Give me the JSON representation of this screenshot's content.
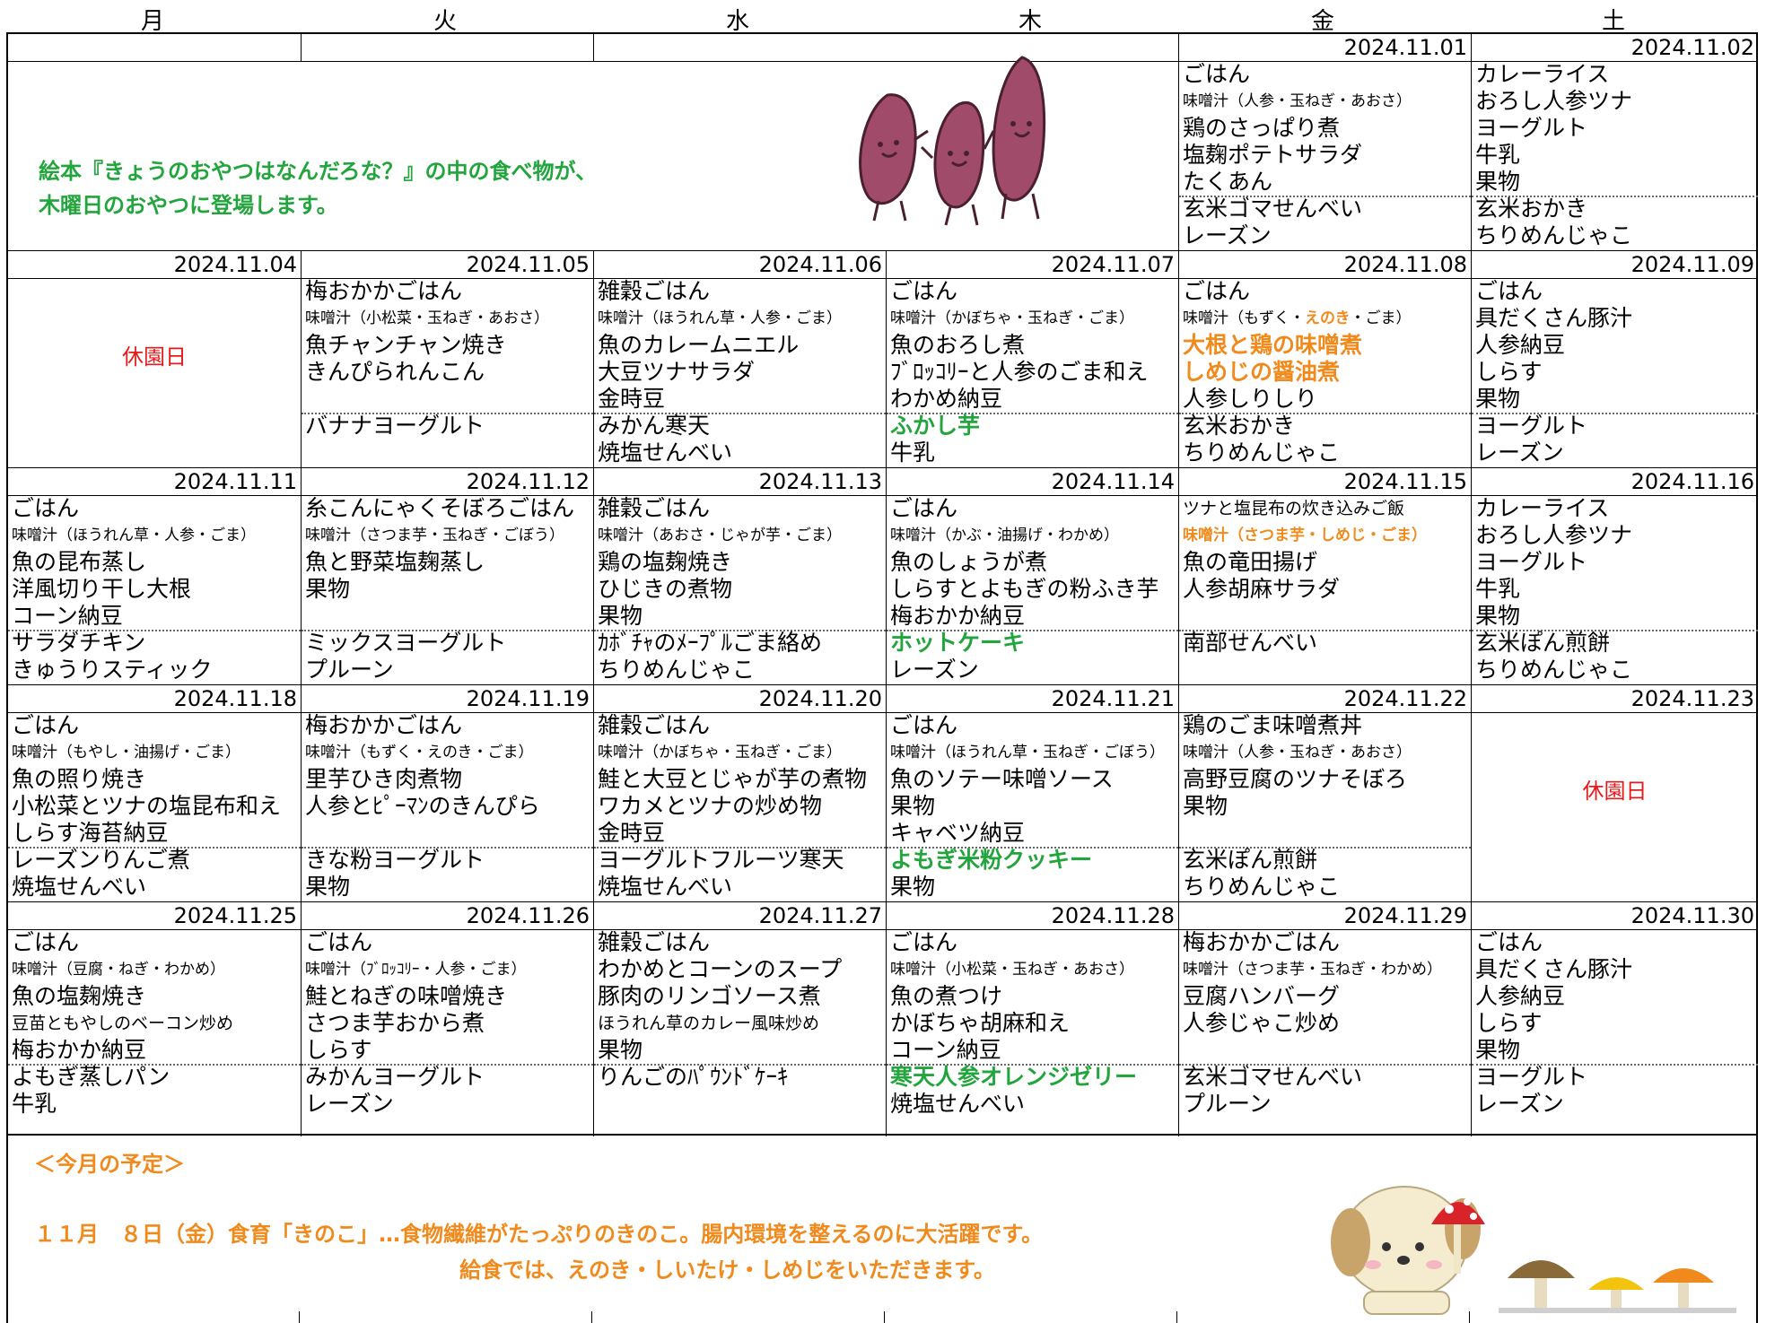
{
  "weekdays": [
    "月",
    "火",
    "水",
    "木",
    "金",
    "土"
  ],
  "note": {
    "line1": "絵本『きょうのおやつはなんだろな？』の中の食べ物が、",
    "line2": "木曜日のおやつに登場します。"
  },
  "holiday_label": "休園日",
  "week0": {
    "fri": {
      "date": "2024.11.01",
      "l1": "ごはん",
      "l2": "味噌汁（人参・玉ねぎ・あおさ）",
      "l3": "鶏のさっぱり煮",
      "l4": "塩麹ポテトサラダ",
      "l5": "たくあん",
      "s1": "玄米ゴマせんべい",
      "s2": "レーズン"
    },
    "sat": {
      "date": "2024.11.02",
      "l1": "カレーライス",
      "l2": "おろし人参ツナ",
      "l3": "ヨーグルト",
      "l4": "牛乳",
      "l5": "果物",
      "s1": "玄米おかき",
      "s2": "ちりめんじゃこ"
    }
  },
  "week1": {
    "mon": {
      "date": "2024.11.04"
    },
    "tue": {
      "date": "2024.11.05",
      "l1": "梅おかかごはん",
      "l2": "味噌汁（小松菜・玉ねぎ・あおさ）",
      "l3": "魚チャンチャン焼き",
      "l4": "きんぴられんこん",
      "l5": "",
      "s1": "バナナヨーグルト",
      "s2": ""
    },
    "wed": {
      "date": "2024.11.06",
      "l1": "雑穀ごはん",
      "l2": "味噌汁（ほうれん草・人参・ごま）",
      "l3": "魚のカレームニエル",
      "l4": "大豆ツナサラダ",
      "l5": "金時豆",
      "s1": "みかん寒天",
      "s2": "焼塩せんべい"
    },
    "thu": {
      "date": "2024.11.07",
      "l1": "ごはん",
      "l2": "味噌汁（かぼちゃ・玉ねぎ・ごま）",
      "l3": "魚のおろし煮",
      "l4": "ﾌﾞﾛｯｺﾘｰと人参のごま和え",
      "l5": "わかめ納豆",
      "s1": "ふかし芋",
      "s2": "牛乳"
    },
    "fri": {
      "date": "2024.11.08",
      "l1": "ごはん",
      "l2a": "味噌汁（もずく・",
      "l2b": "えのき",
      "l2c": "・ごま）",
      "l3": "大根と鶏の味噌煮",
      "l4": "しめじの醤油煮",
      "l5": "人参しりしり",
      "s1": "玄米おかき",
      "s2": "ちりめんじゃこ"
    },
    "sat": {
      "date": "2024.11.09",
      "l1": "ごはん",
      "l2": "具だくさん豚汁",
      "l3": "人参納豆",
      "l4": "しらす",
      "l5": "果物",
      "s1": "ヨーグルト",
      "s2": "レーズン"
    }
  },
  "week2": {
    "mon": {
      "date": "2024.11.11",
      "l1": "ごはん",
      "l2": "味噌汁（ほうれん草・人参・ごま）",
      "l3": "魚の昆布蒸し",
      "l4": "洋風切り干し大根",
      "l5": "コーン納豆",
      "s1": "サラダチキン",
      "s2": "きゅうりスティック"
    },
    "tue": {
      "date": "2024.11.12",
      "l1": "糸こんにゃくそぼろごはん",
      "l2": "味噌汁（さつま芋・玉ねぎ・ごぼう）",
      "l3": "魚と野菜塩麹蒸し",
      "l4": "果物",
      "l5": "",
      "s1": "ミックスヨーグルト",
      "s2": "プルーン"
    },
    "wed": {
      "date": "2024.11.13",
      "l1": "雑穀ごはん",
      "l2": "味噌汁（あおさ・じゃが芋・ごま）",
      "l3": "鶏の塩麹焼き",
      "l4": "ひじきの煮物",
      "l5": "果物",
      "s1": "ｶﾎﾞﾁｬのﾒｰﾌﾟﾙごま絡め",
      "s2": "ちりめんじゃこ"
    },
    "thu": {
      "date": "2024.11.14",
      "l1": "ごはん",
      "l2": "味噌汁（かぶ・油揚げ・わかめ）",
      "l3": "魚のしょうが煮",
      "l4": "しらすとよもぎの粉ふき芋",
      "l5": "梅おかか納豆",
      "s1": "ホットケーキ",
      "s2": "レーズン"
    },
    "fri": {
      "date": "2024.11.15",
      "l1": "ツナと塩昆布の炊き込みご飯",
      "l2": "味噌汁（さつま芋・しめじ・ごま）",
      "l3": "魚の竜田揚げ",
      "l4": "人参胡麻サラダ",
      "l5": "",
      "s1": "南部せんべい",
      "s2": ""
    },
    "sat": {
      "date": "2024.11.16",
      "l1": "カレーライス",
      "l2": "おろし人参ツナ",
      "l3": "ヨーグルト",
      "l4": "牛乳",
      "l5": "果物",
      "s1": "玄米ぽん煎餅",
      "s2": "ちりめんじゃこ"
    }
  },
  "week3": {
    "mon": {
      "date": "2024.11.18",
      "l1": "ごはん",
      "l2": "味噌汁（もやし・油揚げ・ごま）",
      "l3": "魚の照り焼き",
      "l4": "小松菜とツナの塩昆布和え",
      "l5": "しらす海苔納豆",
      "s1": "レーズンりんご煮",
      "s2": "焼塩せんべい"
    },
    "tue": {
      "date": "2024.11.19",
      "l1": "梅おかかごはん",
      "l2": "味噌汁（もずく・えのき・ごま）",
      "l3": "里芋ひき肉煮物",
      "l4": "人参とﾋﾟｰﾏﾝのきんぴら",
      "l5": "",
      "s1": "きな粉ヨーグルト",
      "s2": "果物"
    },
    "wed": {
      "date": "2024.11.20",
      "l1": "雑穀ごはん",
      "l2": "味噌汁（かぼちゃ・玉ねぎ・ごま）",
      "l3": "鮭と大豆とじゃが芋の煮物",
      "l4": "ワカメとツナの炒め物",
      "l5": "金時豆",
      "s1": "ヨーグルトフルーツ寒天",
      "s2": "焼塩せんべい"
    },
    "thu": {
      "date": "2024.11.21",
      "l1": "ごはん",
      "l2": "味噌汁（ほうれん草・玉ねぎ・ごぼう）",
      "l3": "魚のソテー味噌ソース",
      "l4": "果物",
      "l5": "キャベツ納豆",
      "s1": "よもぎ米粉クッキー",
      "s2": "果物"
    },
    "fri": {
      "date": "2024.11.22",
      "l1": "鶏のごま味噌煮丼",
      "l2": "味噌汁（人参・玉ねぎ・あおさ）",
      "l3": "高野豆腐のツナそぼろ",
      "l4": "果物",
      "l5": "",
      "s1": "玄米ぽん煎餅",
      "s2": "ちりめんじゃこ"
    },
    "sat": {
      "date": "2024.11.23"
    }
  },
  "week4": {
    "mon": {
      "date": "2024.11.25",
      "l1": "ごはん",
      "l2": "味噌汁（豆腐・ねぎ・わかめ）",
      "l3": "魚の塩麹焼き",
      "l4": "豆苗ともやしのベーコン炒め",
      "l5": "梅おかか納豆",
      "s1": "よもぎ蒸しパン",
      "s2": "牛乳"
    },
    "tue": {
      "date": "2024.11.26",
      "l1": "ごはん",
      "l2": "味噌汁（ﾌﾞﾛｯｺﾘｰ・人参・ごま）",
      "l3": "鮭とねぎの味噌焼き",
      "l4": "さつま芋おから煮",
      "l5": "しらす",
      "s1": "みかんヨーグルト",
      "s2": "レーズン"
    },
    "wed": {
      "date": "2024.11.27",
      "l1": "雑穀ごはん",
      "l2": "わかめとコーンのスープ",
      "l3": "豚肉のリンゴソース煮",
      "l4": "ほうれん草のカレー風味炒め",
      "l5": "果物",
      "s1": "りんごのﾊﾟｳﾝﾄﾞｹｰｷ",
      "s2": ""
    },
    "thu": {
      "date": "2024.11.28",
      "l1": "ごはん",
      "l2": "味噌汁（小松菜・玉ねぎ・あおさ）",
      "l3": "魚の煮つけ",
      "l4": "かぼちゃ胡麻和え",
      "l5": "コーン納豆",
      "s1": "寒天人参オレンジゼリー",
      "s2": "焼塩せんべい"
    },
    "fri": {
      "date": "2024.11.29",
      "l1": "梅おかかごはん",
      "l2": "味噌汁（さつま芋・玉ねぎ・わかめ）",
      "l3": "豆腐ハンバーグ",
      "l4": "人参じゃこ炒め",
      "l5": "",
      "s1": "玄米ゴマせんべい",
      "s2": "プルーン"
    },
    "sat": {
      "date": "2024.11.30",
      "l1": "ごはん",
      "l2": "具だくさん豚汁",
      "l3": "人参納豆",
      "l4": "しらす",
      "l5": "果物",
      "s1": "ヨーグルト",
      "s2": "レーズン"
    }
  },
  "plan": {
    "title": "＜今月の予定＞",
    "line1": "１１月　８日（金）食育「きのこ」…食物繊維がたっぷりのきのこ。腸内環境を整えるのに大活躍です。",
    "line2": "給食では、えのき・しいたけ・しめじをいただきます。"
  },
  "colors": {
    "orange": "#f08a1c",
    "green": "#22a53c",
    "red": "#e31b1b",
    "sweet_potato": "#a04b6a"
  }
}
